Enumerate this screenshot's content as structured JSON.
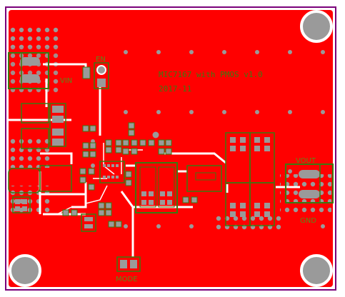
{
  "board": {
    "title_line1": "MIC7167 with PMOS v1.0",
    "title_line2": "2017-11",
    "colors": {
      "copper": "#ff0000",
      "outline": "#7a007a",
      "silkscreen": "#3a7a10",
      "pad": "#9a9a9a",
      "background": "#ffffff"
    },
    "labels": {
      "en": "EN",
      "vin": "VIN",
      "vout": "VOUT",
      "gnd": "GND",
      "mode": "MODE"
    }
  }
}
